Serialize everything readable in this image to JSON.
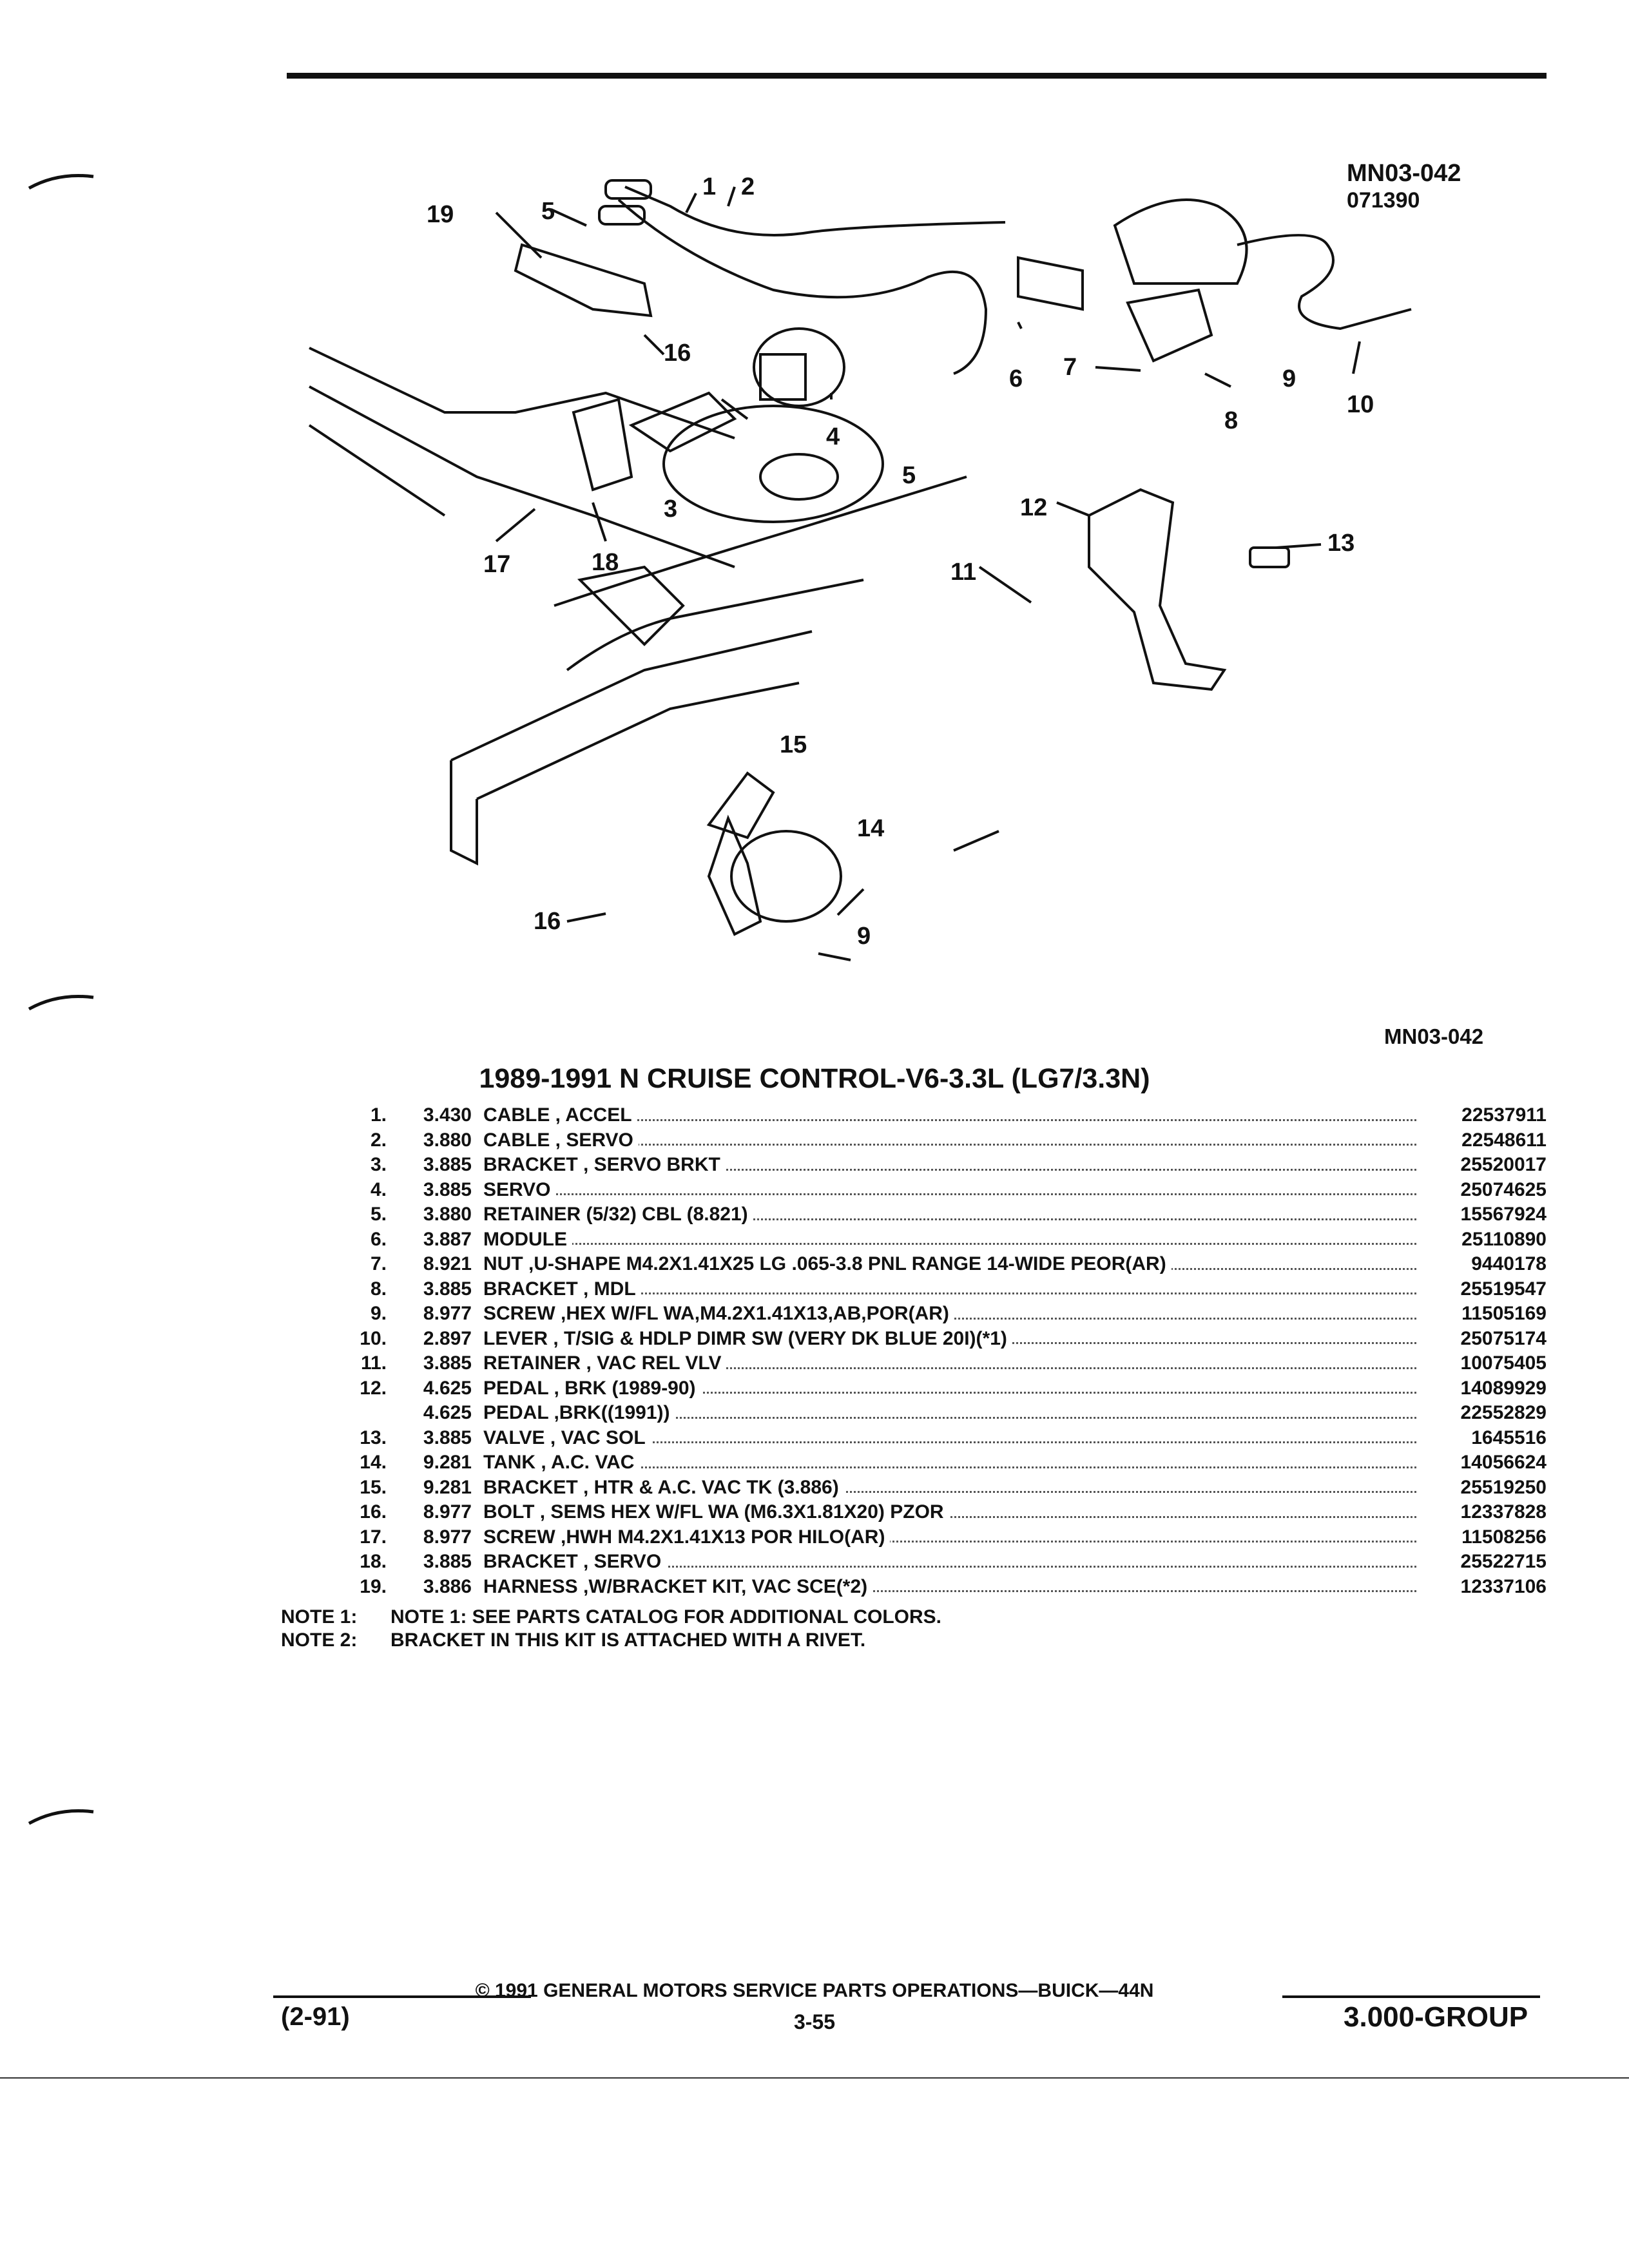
{
  "diagram": {
    "ref_top_line1": "MN03-042",
    "ref_top_line2": "071390",
    "ref_bottom": "MN03-042",
    "callouts": [
      "1",
      "2",
      "3",
      "4",
      "5",
      "5",
      "6",
      "7",
      "8",
      "9",
      "9",
      "10",
      "11",
      "12",
      "13",
      "14",
      "15",
      "16",
      "16",
      "17",
      "18",
      "19"
    ]
  },
  "title": "1989-1991 N CRUISE CONTROL-V6-3.3L (LG7/3.3N)",
  "parts": [
    {
      "num": "1.",
      "code": "3.430",
      "desc": "CABLE , ACCEL",
      "pn": "22537911"
    },
    {
      "num": "2.",
      "code": "3.880",
      "desc": "CABLE , SERVO",
      "pn": "22548611"
    },
    {
      "num": "3.",
      "code": "3.885",
      "desc": "BRACKET , SERVO BRKT",
      "pn": "25520017"
    },
    {
      "num": "4.",
      "code": "3.885",
      "desc": "SERVO",
      "pn": "25074625"
    },
    {
      "num": "5.",
      "code": "3.880",
      "desc": "RETAINER (5/32) CBL (8.821)",
      "pn": "15567924"
    },
    {
      "num": "6.",
      "code": "3.887",
      "desc": "MODULE",
      "pn": "25110890"
    },
    {
      "num": "7.",
      "code": "8.921",
      "desc": "NUT ,U-SHAPE M4.2X1.41X25 LG .065-3.8 PNL RANGE 14-WIDE PEOR(AR)",
      "pn": "9440178"
    },
    {
      "num": "8.",
      "code": "3.885",
      "desc": "BRACKET , MDL",
      "pn": "25519547"
    },
    {
      "num": "9.",
      "code": "8.977",
      "desc": "SCREW ,HEX W/FL WA,M4.2X1.41X13,AB,POR(AR)",
      "pn": "11505169"
    },
    {
      "num": "10.",
      "code": "2.897",
      "desc": "LEVER , T/SIG & HDLP DIMR SW (VERY DK BLUE 20I)(*1)",
      "pn": "25075174"
    },
    {
      "num": "11.",
      "code": "3.885",
      "desc": "RETAINER , VAC REL VLV",
      "pn": "10075405"
    },
    {
      "num": "12.",
      "code": "4.625",
      "desc": "PEDAL , BRK (1989-90)",
      "pn": "14089929"
    },
    {
      "num": "",
      "code": "4.625",
      "desc": "PEDAL ,BRK((1991))",
      "pn": "22552829"
    },
    {
      "num": "13.",
      "code": "3.885",
      "desc": "VALVE , VAC SOL",
      "pn": "1645516"
    },
    {
      "num": "14.",
      "code": "9.281",
      "desc": "TANK , A.C. VAC",
      "pn": "14056624"
    },
    {
      "num": "15.",
      "code": "9.281",
      "desc": "BRACKET , HTR & A.C. VAC TK (3.886)",
      "pn": "25519250"
    },
    {
      "num": "16.",
      "code": "8.977",
      "desc": "BOLT , SEMS HEX W/FL WA (M6.3X1.81X20) PZOR",
      "pn": "12337828"
    },
    {
      "num": "17.",
      "code": "8.977",
      "desc": "SCREW ,HWH M4.2X1.41X13 POR HILO(AR)",
      "pn": "11508256"
    },
    {
      "num": "18.",
      "code": "3.885",
      "desc": "BRACKET , SERVO",
      "pn": "25522715"
    },
    {
      "num": "19.",
      "code": "3.886",
      "desc": "HARNESS ,W/BRACKET KIT, VAC SCE(*2)",
      "pn": "12337106"
    }
  ],
  "notes": [
    {
      "label": "NOTE  1:",
      "text": "NOTE 1: SEE PARTS CATALOG FOR ADDITIONAL COLORS."
    },
    {
      "label": "NOTE  2:",
      "text": "BRACKET IN THIS KIT IS ATTACHED WITH A RIVET."
    }
  ],
  "footer": {
    "copyright": "© 1991 GENERAL MOTORS SERVICE PARTS OPERATIONS—BUICK—44N",
    "date": "(2-91)",
    "page": "3-55",
    "group": "3.000-GROUP"
  }
}
